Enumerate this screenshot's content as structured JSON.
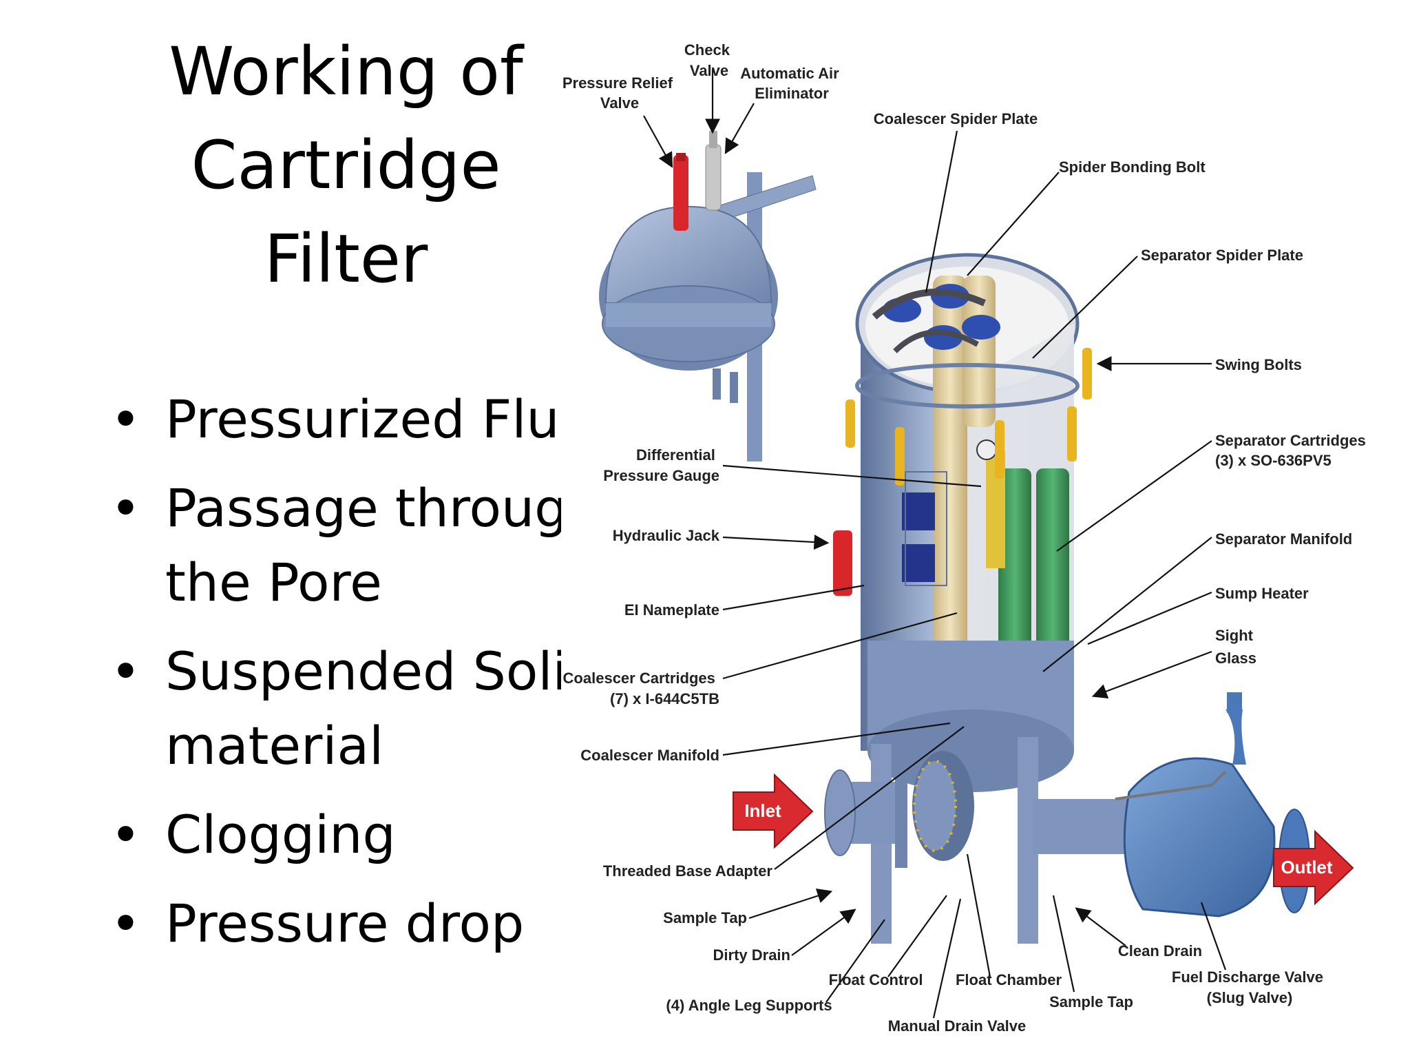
{
  "slide": {
    "title_lines": [
      "Working of",
      "Cartridge",
      "Filter"
    ],
    "bullets": [
      {
        "lines": [
          "Pressurized Fluid"
        ]
      },
      {
        "lines": [
          "Passage through",
          "the Pore"
        ]
      },
      {
        "lines": [
          "Suspended Solid",
          "material"
        ]
      },
      {
        "lines": [
          "Clogging"
        ]
      },
      {
        "lines": [
          "Pressure drop"
        ]
      }
    ],
    "bullet_glyph": "•"
  },
  "diagram": {
    "labels": {
      "check_valve": [
        "Check",
        "Valve"
      ],
      "pressure_relief_valve": [
        "Pressure Relief",
        "Valve"
      ],
      "automatic_air_eliminator": [
        "Automatic Air",
        "Eliminator"
      ],
      "coalescer_spider_plate": "Coalescer Spider Plate",
      "spider_bonding_bolt": "Spider Bonding Bolt",
      "separator_spider_plate": "Separator Spider Plate",
      "swing_bolts": "Swing Bolts",
      "separator_cartridges": [
        "Separator Cartridges",
        "(3) x SO-636PV5"
      ],
      "differential_pressure_gauge": [
        "Differential",
        "Pressure Gauge"
      ],
      "hydraulic_jack": "Hydraulic Jack",
      "separator_manifold": "Separator Manifold",
      "sump_heater": "Sump Heater",
      "sight_glass": [
        "Sight",
        "Glass"
      ],
      "ei_nameplate": "EI Nameplate",
      "coalescer_cartridges": [
        "Coalescer Cartridges",
        "(7) x I-644C5TB"
      ],
      "coalescer_manifold": "Coalescer Manifold",
      "inlet": "Inlet",
      "outlet": "Outlet",
      "threaded_base_adapter": "Threaded Base Adapter",
      "sample_tap_left": "Sample Tap",
      "dirty_drain": "Dirty Drain",
      "float_control": "Float Control",
      "angle_leg_supports": "(4) Angle Leg Supports",
      "float_chamber": "Float Chamber",
      "manual_drain_valve": "Manual Drain Valve",
      "sample_tap_right": "Sample Tap",
      "clean_drain": "Clean Drain",
      "fuel_discharge_valve": [
        "Fuel Discharge Valve",
        "(Slug Valve)"
      ]
    },
    "colors": {
      "vessel": "#7f95bd",
      "vessel_dark": "#5d7299",
      "vessel_light": "#a9bbd8",
      "cartridge_tan": "#e7d6a8",
      "separator_green": "#3f9a5c",
      "cap_blue": "#2f4fb0",
      "relief_red": "#d9262a",
      "bolt_yellow": "#e8b420",
      "valve_blue": "#4a78b8",
      "arrow_red": "#d82a2f"
    }
  }
}
